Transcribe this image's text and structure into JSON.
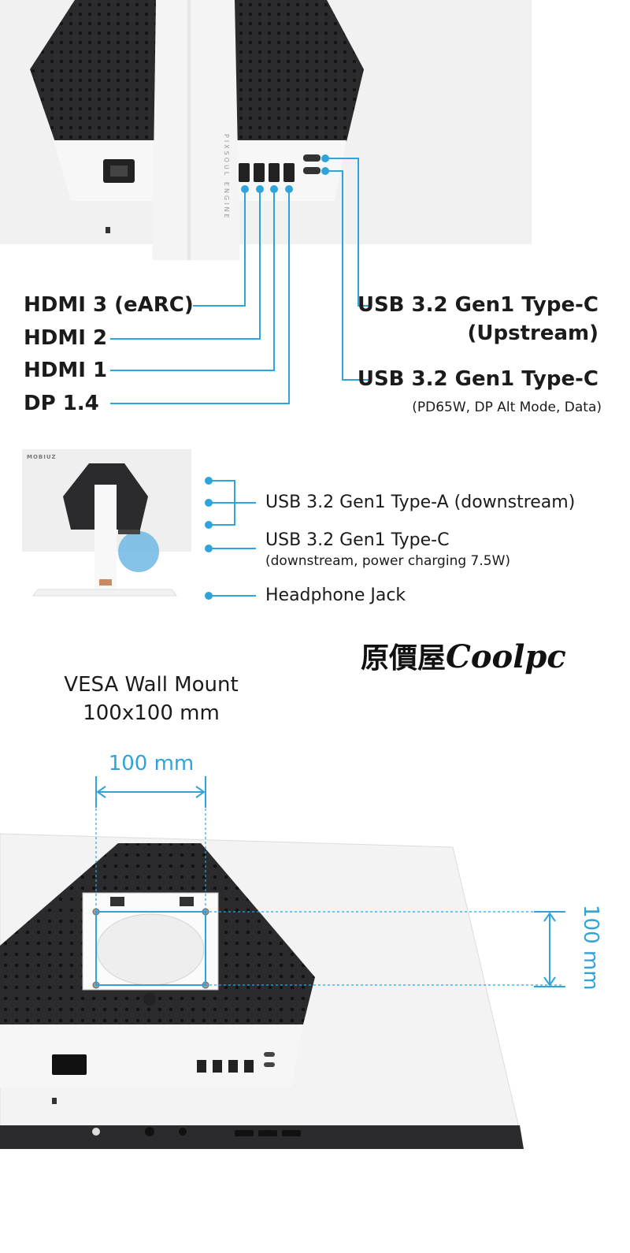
{
  "ports_top": {
    "hdmi3": "HDMI 3 (eARC)",
    "hdmi2": "HDMI 2",
    "hdmi1": "HDMI 1",
    "dp": "DP 1.4",
    "usbc_up_title": "USB 3.2 Gen1 Type-C",
    "usbc_up_sub": "(Upstream)",
    "usbc_pd_title": "USB 3.2 Gen1 Type-C",
    "usbc_pd_sub": "(PD65W, DP Alt Mode, Data)",
    "stand_text": "PIXSOUL ENGINE"
  },
  "ports_side": {
    "monitor_brand": "MOBIUZ",
    "usba": "USB 3.2 Gen1 Type-A (downstream)",
    "usbc_title": "USB 3.2 Gen1 Type-C",
    "usbc_sub": "(downstream, power charging 7.5W)",
    "headphone": "Headphone Jack"
  },
  "watermark": {
    "chinese": "原價屋",
    "brand": "Coolpc"
  },
  "vesa": {
    "title_line1": "VESA Wall Mount",
    "title_line2": "100x100 mm",
    "width_label": "100 mm",
    "height_label": "100 mm"
  },
  "colors": {
    "accent_blue": "#2ea3dc",
    "dark_panel": "#2b2b2d",
    "orange": "#e8841a"
  }
}
